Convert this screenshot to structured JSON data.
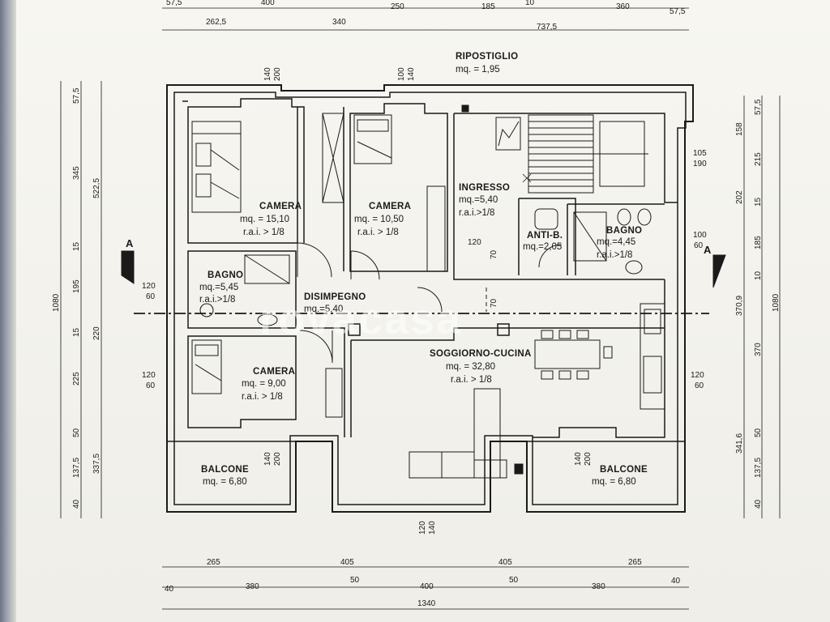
{
  "rooms": {
    "camera1": {
      "name": "CAMERA",
      "area": "mq. = 15,10",
      "rai": "r.a.i. > 1/8"
    },
    "camera2": {
      "name": "CAMERA",
      "area": "mq. = 10,50",
      "rai": "r.a.i. > 1/8"
    },
    "camera3": {
      "name": "CAMERA",
      "area": "mq. = 9,00",
      "rai": "r.a.i. > 1/8"
    },
    "ripostiglio": {
      "name": "RIPOSTIGLIO",
      "area": "mq. = 1,95"
    },
    "ingresso": {
      "name": "INGRESSO",
      "area": "mq.=5,40",
      "rai": "r.a.i.>1/8"
    },
    "antib": {
      "name": "ANTI-B.",
      "area": "mq.=2,05"
    },
    "bagno1": {
      "name": "BAGNO",
      "area": "mq.=4,45",
      "rai": "r.a.i.>1/8"
    },
    "bagno2": {
      "name": "BAGNO",
      "area": "mq.=5,45",
      "rai": "r.a.i.>1/8"
    },
    "disimpegno": {
      "name": "DISIMPEGNO",
      "area": "mq.=5,40"
    },
    "soggiorno": {
      "name": "SOGGIORNO-CUCINA",
      "area": "mq. = 32,80",
      "rai": "r.a.i. > 1/8"
    },
    "balcone1": {
      "name": "BALCONE",
      "area": "mq. = 6,80"
    },
    "balcone2": {
      "name": "BALCONE",
      "area": "mq. = 6,80"
    }
  },
  "section_marker": "A",
  "watermark": "rovacasa",
  "dimensions": {
    "top_row1": [
      "57,5",
      "400",
      "250",
      "185",
      "10",
      "360",
      "57,5"
    ],
    "top_row2": [
      "262,5",
      "340",
      "737,5"
    ],
    "bottom_row1": [
      "265",
      "405",
      "405",
      "265"
    ],
    "bottom_row2": [
      "40",
      "380",
      "50",
      "400",
      "50",
      "380",
      "40"
    ],
    "bottom_total": "1340",
    "left_inner": [
      "57,5",
      "345",
      "15",
      "195",
      "15",
      "225",
      "50",
      "137,5",
      "40"
    ],
    "left_mid": [
      "522,5",
      "220",
      "337,5"
    ],
    "left_total": "1080",
    "right_inner": [
      "57,5",
      "215",
      "15",
      "185",
      "10",
      "370",
      "50",
      "137,5",
      "40"
    ],
    "right_mid": [
      "158",
      "202",
      "370,9",
      "341,6"
    ],
    "right_total": "1080",
    "windows": [
      "140",
      "200",
      "100",
      "140",
      "120",
      "60",
      "105",
      "190",
      "100",
      "60",
      "120",
      "60",
      "120",
      "60",
      "140",
      "200",
      "140",
      "200",
      "120",
      "140",
      "70",
      "120",
      "70"
    ]
  }
}
